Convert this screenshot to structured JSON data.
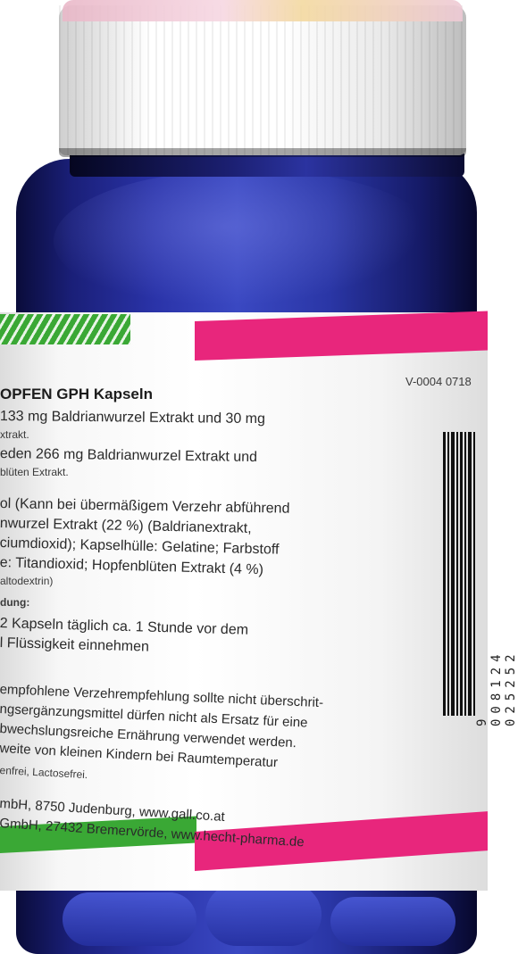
{
  "label": {
    "version_code": "V-0004 0718",
    "title": "OPFEN GPH Kapseln",
    "composition_line1": "133 mg Baldrianwurzel Extrakt und 30 mg",
    "composition_line2": "xtrakt.",
    "composition_line3": "eden 266 mg Baldrianwurzel Extrakt und",
    "composition_line4": "blüten Extrakt.",
    "ingredients_line1": "ol (Kann bei übermäßigem Verzehr abführend",
    "ingredients_line2": "nwurzel Extrakt (22 %) (Baldrianextrakt,",
    "ingredients_line3": "ciumdioxid); Kapselhülle: Gelatine; Farbstoff",
    "ingredients_line4": "e: Titandioxid; Hopfenblüten Extrakt (4 %)",
    "ingredients_line5": "altodextrin)",
    "usage_heading": "dung:",
    "usage_line1": "2 Kapseln täglich ca. 1 Stunde vor dem",
    "usage_line2": "l Flüssigkeit einnehmen",
    "notes_line1": "empfohlene Verzehrempfehlung sollte nicht überschrit-",
    "notes_line2": "ngsergänzungsmittel dürfen nicht als Ersatz für eine",
    "notes_line3": "bwechslungsreiche Ernährung verwendet werden.",
    "notes_line4": "weite von kleinen Kindern bei Raumtemperatur",
    "notes_line5": "enfrei, Lactosefrei.",
    "company_line1": "mbH, 8750 Judenburg, www.gall.co.at",
    "company_line2": "GmbH, 27432 Bremervörde, www.hecht-pharma.de",
    "barcode_digits": "9 008124 025252"
  },
  "colors": {
    "bottle_blue": "#2a33a8",
    "label_pink": "#e8267c",
    "label_green": "#3aa835",
    "cap_white": "#ffffff"
  }
}
